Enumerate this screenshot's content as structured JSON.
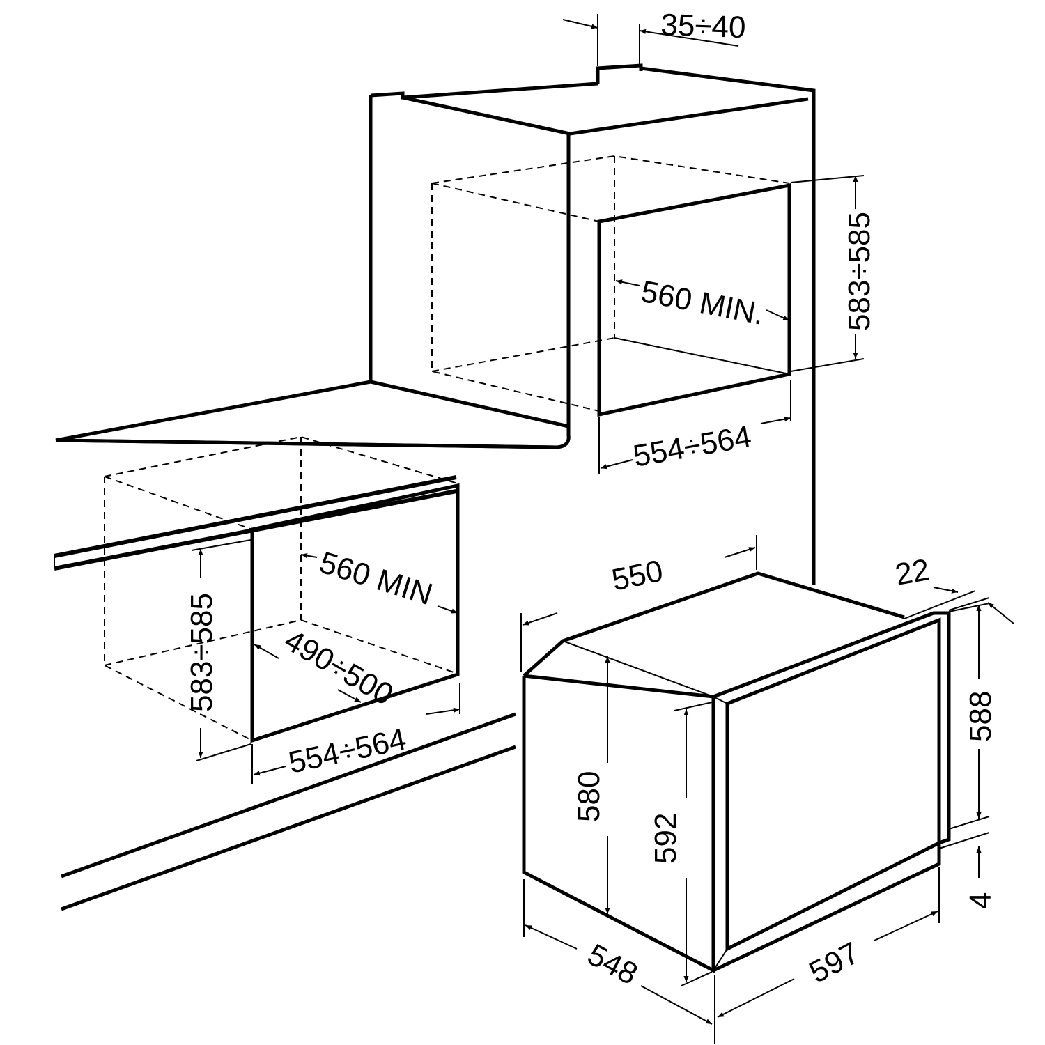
{
  "colors": {
    "line": "#000000",
    "background": "#ffffff"
  },
  "dimensions": {
    "bracket_gap": "35÷40",
    "column_niche_height": "583÷585",
    "column_niche_depth": "560 MIN.",
    "column_niche_width": "554÷564",
    "under_niche_height": "583÷585",
    "under_niche_depth": "560 MIN",
    "under_niche_inner_depth": "490÷500",
    "under_niche_width": "554÷564",
    "oven_top_depth": "550",
    "oven_front_thickness": "22",
    "oven_front_height": "588",
    "oven_bottom_gap": "4",
    "oven_body_height": "580",
    "oven_total_height": "592",
    "oven_body_depth": "548",
    "oven_width": "597"
  }
}
